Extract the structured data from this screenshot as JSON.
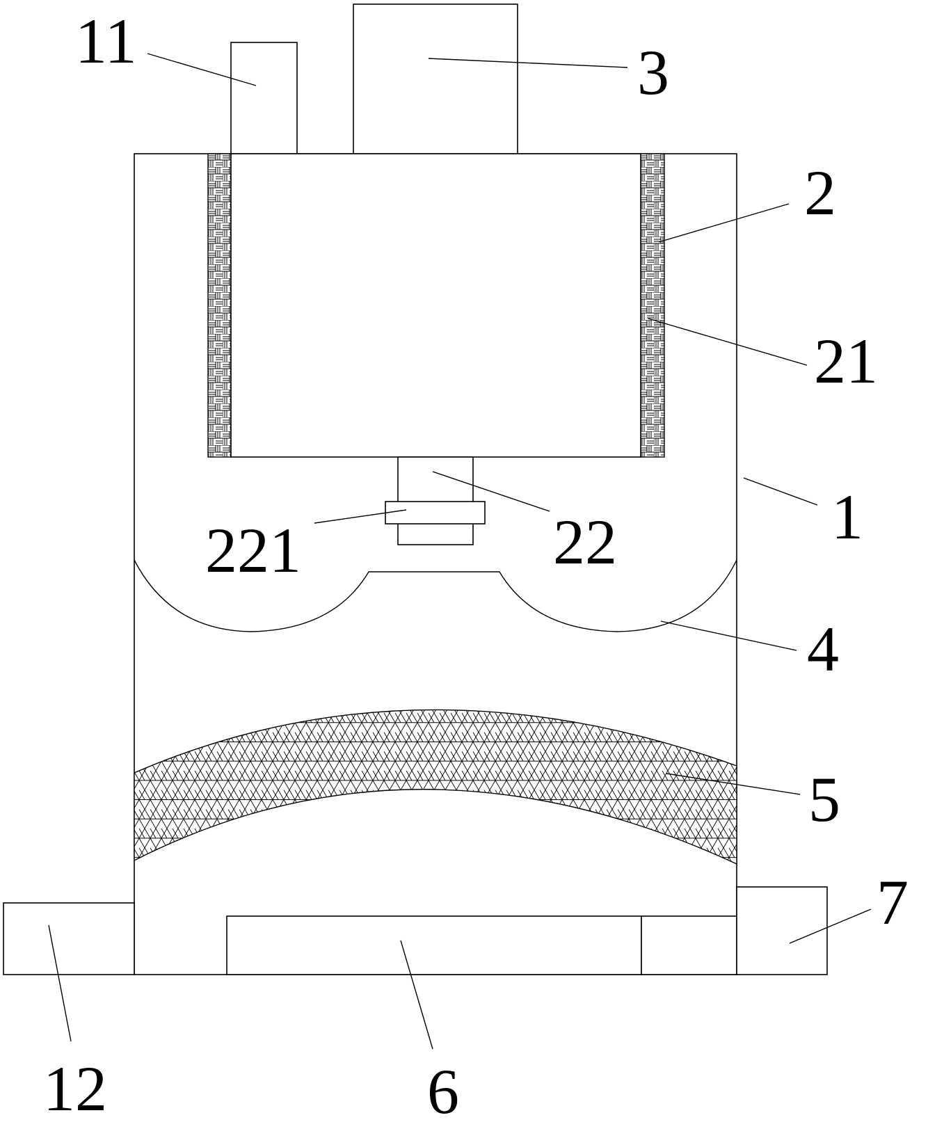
{
  "labels": {
    "l11": "11",
    "l3": "3",
    "l2": "2",
    "l21": "21",
    "l1": "1",
    "l22": "22",
    "l221": "221",
    "l4": "4",
    "l5": "5",
    "l7": "7",
    "l12": "12",
    "l6": "6"
  },
  "colors": {
    "line": "#000000",
    "background": "#ffffff"
  }
}
